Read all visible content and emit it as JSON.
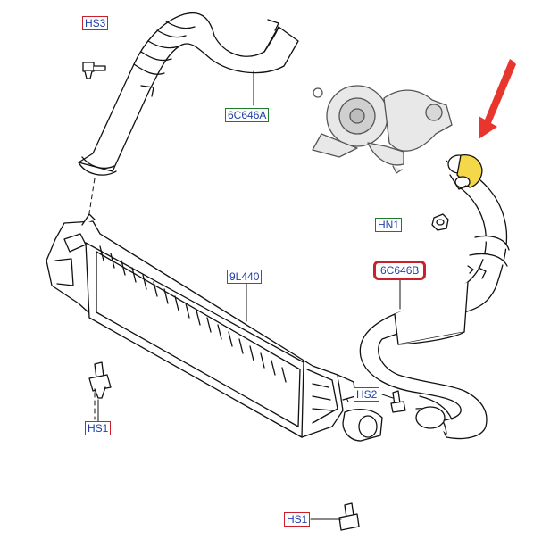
{
  "labels": {
    "hs3": "HS3",
    "hose_a": "6C646A",
    "hn1": "HN1",
    "hose_b": "6C646B",
    "cooler": "9L440",
    "hs2": "HS2",
    "hs1_left": "HS1",
    "hs1_bottom": "HS1"
  },
  "colors": {
    "arrow": "#e8352e",
    "highlight": "#f5d74a",
    "frame_red": "#cc1f2a",
    "frame_green": "#1f7a2a",
    "label_text": "#1f3fa6"
  }
}
